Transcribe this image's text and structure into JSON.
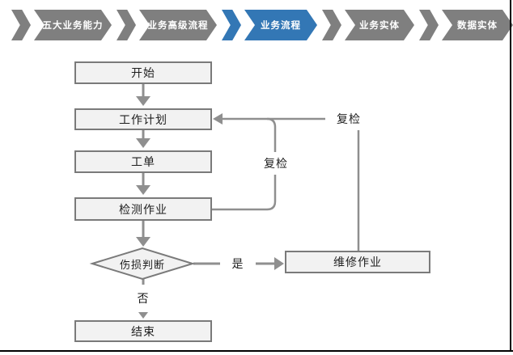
{
  "page": {
    "background": "#ffffff",
    "edge_border_color": "#000000"
  },
  "breadcrumb": {
    "items": [
      {
        "label": "五大业务能力",
        "state": "inactive"
      },
      {
        "label": "业务高级流程",
        "state": "inactive"
      },
      {
        "label": "业务流程",
        "state": "active"
      },
      {
        "label": "业务实体",
        "state": "inactive"
      },
      {
        "label": "数据实体",
        "state": "inactive"
      }
    ],
    "inactive_color": "#7f7f7f",
    "active_color": "#3377b5",
    "text_color": "#ffffff"
  },
  "flowchart": {
    "nodes": {
      "start": {
        "label": "开始",
        "shape": "rect"
      },
      "plan": {
        "label": "工作计划",
        "shape": "rect"
      },
      "order": {
        "label": "工单",
        "shape": "rect"
      },
      "inspect": {
        "label": "检测作业",
        "shape": "rect"
      },
      "judge": {
        "label": "伤损判断",
        "shape": "diamond"
      },
      "repair": {
        "label": "维修作业",
        "shape": "rect"
      },
      "end": {
        "label": "结束",
        "shape": "rect"
      }
    },
    "edge_labels": {
      "yes": "是",
      "no": "否",
      "recheck_inner": "复检",
      "recheck_outer": "复检"
    },
    "node_fill": "#f2f2f2",
    "node_border": "#7a7a7a",
    "line_color": "#8f8f8f",
    "text_color": "#1f1f1f"
  }
}
